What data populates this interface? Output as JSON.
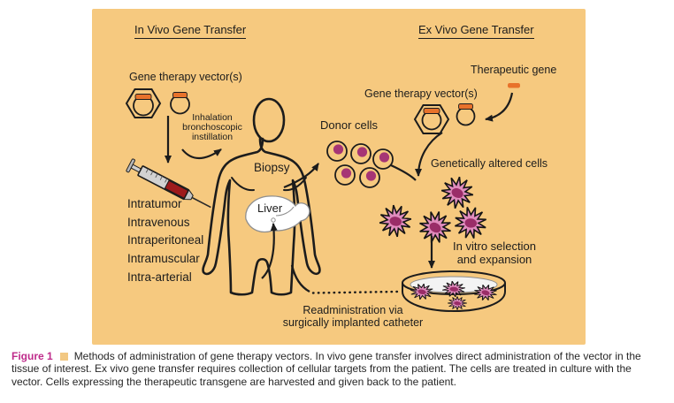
{
  "colors": {
    "panel_bg": "#F6C97F",
    "accent_orange": "#E8722B",
    "cell_fill": "#EC9CC8",
    "cell_nucleus": "#A63575",
    "star_fill": "#E18CBE",
    "star_center": "#9A2D68",
    "syringe_liquid": "#9E1A1C",
    "figure_label": "#BF2B8B",
    "caption_square": "#F2C883"
  },
  "diagram": {
    "left": {
      "heading": "In Vivo Gene Transfer",
      "vectors_label": "Gene therapy vector(s)",
      "inhalation_label": "Inhalation\nbronchoscopic\ninstillation",
      "routes": [
        "Intratumor",
        "Intravenous",
        "Intraperitoneal",
        "Intramuscular",
        "Intra-arterial"
      ]
    },
    "center": {
      "biopsy_label": "Biopsy",
      "liver_label": "Liver",
      "readministration_label": "Readministration via\nsurgically implanted catheter"
    },
    "right": {
      "heading": "Ex Vivo Gene Transfer",
      "therapeutic_gene_label": "Therapeutic gene",
      "vectors_label": "Gene therapy vector(s)",
      "donor_cells_label": "Donor cells",
      "altered_cells_label": "Genetically altered cells",
      "invitro_label": "In vitro selection\nand expansion"
    }
  },
  "caption": {
    "figure_label": "Figure 1",
    "text": "Methods of administration of gene therapy vectors. In vivo gene transfer involves direct administration of the vector in the tissue of interest. Ex vivo gene transfer requires collection of cellular targets from the patient. The cells are treated in culture with the vector. Cells expressing the therapeutic transgene are harvested and given back to the patient."
  }
}
